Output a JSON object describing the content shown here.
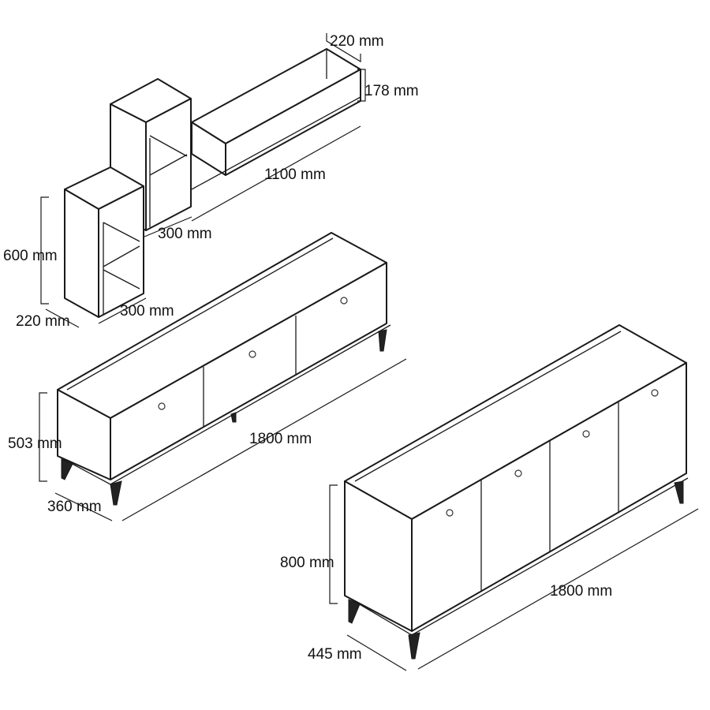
{
  "wall_shelf": {
    "depth": "220 mm",
    "height": "178 mm",
    "length": "1100 mm",
    "cube_width": "300 mm"
  },
  "bookcase": {
    "height": "600 mm",
    "depth": "220 mm",
    "width": "300 mm"
  },
  "tv_unit": {
    "height": "503 mm",
    "length": "1800 mm",
    "depth": "360 mm"
  },
  "sideboard": {
    "height": "800 mm",
    "length": "1800 mm",
    "depth": "445 mm"
  }
}
